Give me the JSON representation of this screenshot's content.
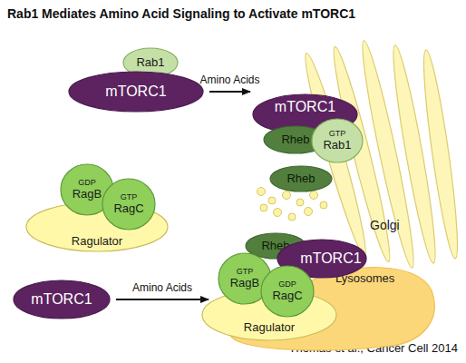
{
  "diagram": {
    "title": "Rab1 Mediates Amino Acid Signaling to Activate mTORC1",
    "caption": "Thomas et al., Cancer Cell 2014",
    "nodes": [
      {
        "text": [
          "Rab1"
        ]
      },
      {
        "text": [
          "mTORC1"
        ]
      },
      {
        "text": [
          "mTORC1"
        ]
      },
      {
        "text": [
          "Rheb"
        ]
      },
      {
        "text": [
          "GTP",
          "Rab1"
        ]
      },
      {
        "text": [
          "Golgi"
        ]
      },
      {
        "text": [
          "Rheb"
        ]
      },
      {
        "text": [
          "GDP",
          "RagB"
        ]
      },
      {
        "text": [
          "GTP",
          "RagC"
        ]
      },
      {
        "text": [
          "Ragulator"
        ]
      },
      {
        "text": [
          "Rheb"
        ]
      },
      {
        "text": [
          "mTORC1"
        ]
      },
      {
        "text": [
          "Lysosomes"
        ]
      },
      {
        "text": [
          "GTP",
          "RagB"
        ]
      },
      {
        "text": [
          "GDP",
          "RagC"
        ]
      },
      {
        "text": [
          "Ragulator"
        ]
      },
      {
        "text": [
          "mTORC1"
        ]
      }
    ],
    "edges": [
      {
        "from": 1,
        "to": 2,
        "label": "Amino Acids",
        "arrow": "to"
      },
      {
        "from": 16,
        "to": 12,
        "label": "Amino Acids",
        "arrow": "to"
      }
    ]
  }
}
